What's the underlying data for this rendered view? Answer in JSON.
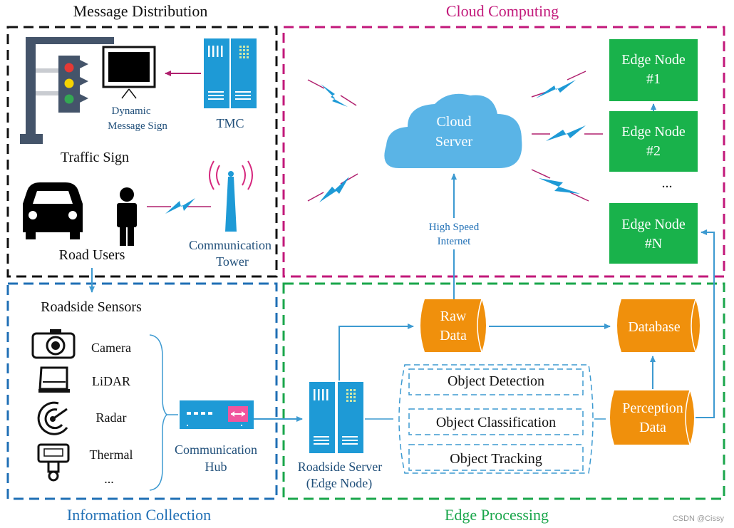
{
  "sections": {
    "message_distribution": "Message Distribution",
    "cloud_computing": "Cloud Computing",
    "information_collection": "Information Collection",
    "edge_processing": "Edge Processing"
  },
  "message": {
    "dms_line1": "Dynamic",
    "dms_line2": "Message  Sign",
    "tmc": "TMC",
    "traffic_sign": "Traffic Sign",
    "road_users": "Road Users",
    "tower_line1": "Communication",
    "tower_line2": "Tower"
  },
  "cloud": {
    "server_line1": "Cloud",
    "server_line2": "Server",
    "internet_line1": "High Speed",
    "internet_line2": "Internet",
    "edge_nodes": [
      {
        "line1": "Edge Node",
        "line2": "#1"
      },
      {
        "line1": "Edge Node",
        "line2": "#2"
      },
      {
        "line1": "Edge Node",
        "line2": "#N"
      }
    ],
    "ellipsis": "..."
  },
  "collection": {
    "sensors_title": "Roadside Sensors",
    "sensors": [
      "Camera",
      "LiDAR",
      "Radar",
      "Thermal"
    ],
    "ellipsis": "...",
    "hub_line1": "Communication",
    "hub_line2": "Hub"
  },
  "edge": {
    "server_line1": "Roadside Server",
    "server_line2": "(Edge Node)",
    "raw_line1": "Raw",
    "raw_line2": "Data",
    "database": "Database",
    "tasks": [
      "Object Detection",
      "Object Classification",
      "Object Tracking"
    ],
    "perception_line1": "Perception",
    "perception_line2": "Data"
  },
  "watermark": "CSDN @Cissy",
  "colors": {
    "black_frame": "#111111",
    "magenta_frame": "#c2187a",
    "blue_frame": "#1f6fb5",
    "green_frame": "#1aa64b",
    "server_blue": "#1e9ad6",
    "cloud_blue": "#5ab4e6",
    "edge_green": "#19b24b",
    "data_orange": "#f0900c",
    "arrow_blue": "#3d9ad1",
    "arrow_magenta": "#b0206e"
  }
}
